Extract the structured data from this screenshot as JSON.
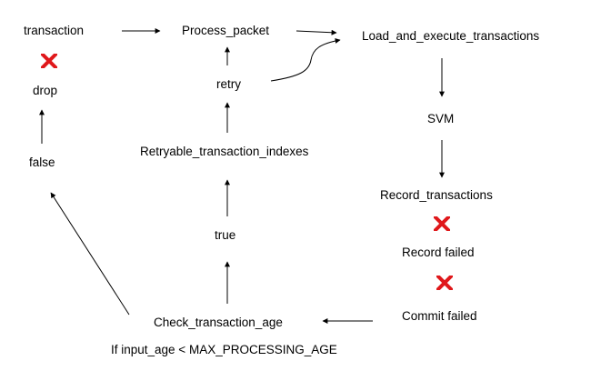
{
  "diagram": {
    "nodes": {
      "transaction": "transaction",
      "process_packet": "Process_packet",
      "load_and_execute": "Load_and_execute_transactions",
      "drop": "drop",
      "retry": "retry",
      "svm": "SVM",
      "false": "false",
      "retryable": "Retryable_transaction_indexes",
      "record_transactions": "Record_transactions",
      "true": "true",
      "record_failed": "Record failed",
      "check_age": "Check_transaction_age",
      "commit_failed": "Commit failed",
      "condition": "If input_age < MAX_PROCESSING_AGE"
    },
    "fail_marker_icon": "red-x-icon",
    "colors": {
      "arrow": "#000000",
      "fail_marker": "#e0181b",
      "text": "#000000"
    }
  }
}
